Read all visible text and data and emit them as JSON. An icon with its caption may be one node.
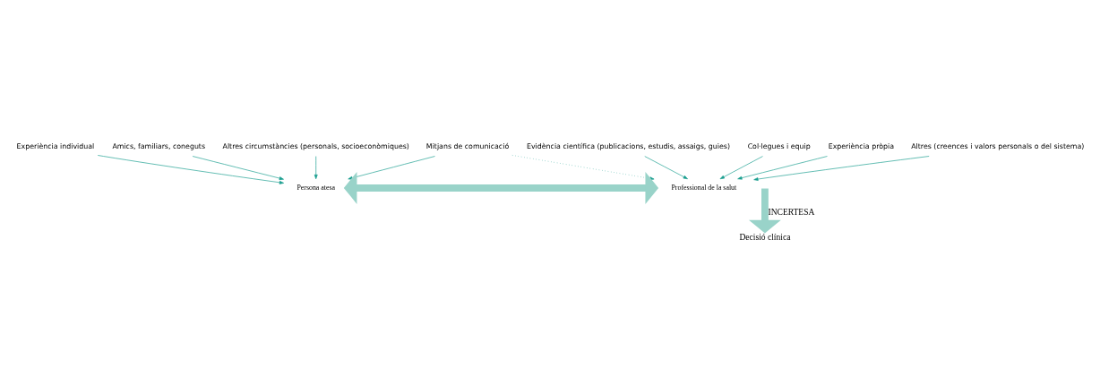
{
  "diagram": {
    "nodes": [
      {
        "text": [
          "Experiència individual"
        ]
      },
      {
        "text": [
          "Amics, familiars, coneguts"
        ]
      },
      {
        "text": [
          "Altres circumstàncies (personals, socioeconòmiques)"
        ]
      },
      {
        "text": [
          "Mitjans de comunicació"
        ]
      },
      {
        "text": [
          "Persona atesa"
        ]
      },
      {
        "text": [
          "Evidència científica (publicacions, estudis, assaigs, guies)"
        ]
      },
      {
        "text": [
          "Col·legues i equip"
        ]
      },
      {
        "text": [
          "Experiència pròpia"
        ]
      },
      {
        "text": [
          "Altres (creences i valors personals o del sistema)"
        ]
      },
      {
        "text": [
          "Professional de la salut"
        ]
      },
      {
        "text": [
          "Decisió clínica"
        ]
      }
    ],
    "edges": [
      {
        "from": 0,
        "to": 4,
        "arrow": "to"
      },
      {
        "from": 1,
        "to": 4,
        "arrow": "to"
      },
      {
        "from": 2,
        "to": 4,
        "arrow": "to"
      },
      {
        "from": 3,
        "to": 4,
        "arrow": "to"
      },
      {
        "from": 3,
        "to": 9,
        "arrow": "to",
        "style": "dashed"
      },
      {
        "from": 5,
        "to": 9,
        "arrow": "to"
      },
      {
        "from": 6,
        "to": 9,
        "arrow": "to"
      },
      {
        "from": 7,
        "to": 9,
        "arrow": "to"
      },
      {
        "from": 8,
        "to": 9,
        "arrow": "to"
      },
      {
        "from": 4,
        "to": 9,
        "arrow": "both",
        "style": "thick",
        "color": "#99d3c9"
      },
      {
        "from": null,
        "to": 10,
        "arrow": "to",
        "label": "INCERTESA",
        "style": "thick",
        "color": "#99d3c9"
      }
    ]
  }
}
